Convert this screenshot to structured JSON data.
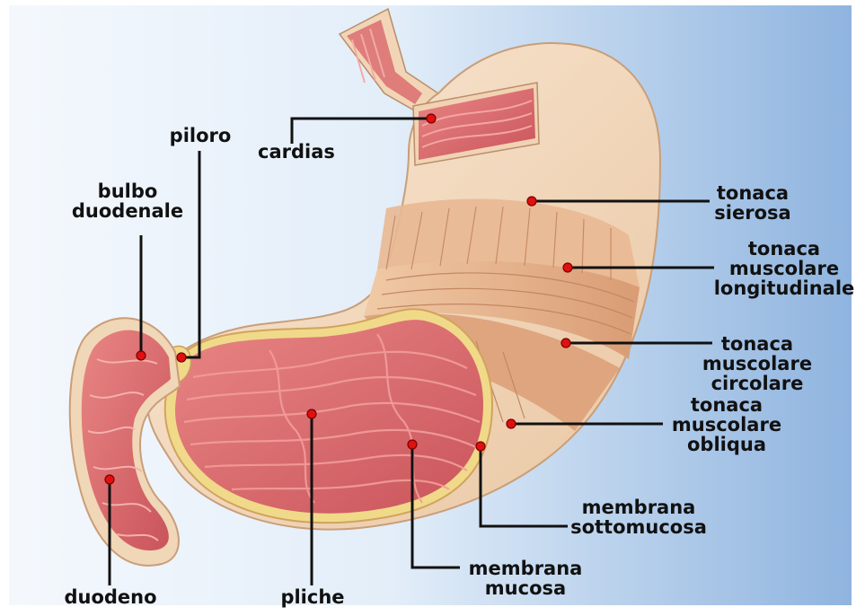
{
  "labels": {
    "piloro": [
      "piloro"
    ],
    "cardias": [
      "cardias"
    ],
    "bulbo": [
      "bulbo",
      "duodenale"
    ],
    "sierosa": [
      "tonaca",
      "sierosa"
    ],
    "longitudinale": [
      "tonaca",
      "muscolare",
      "longitudinale"
    ],
    "circolare": [
      "tonaca",
      "muscolare",
      "circolare"
    ],
    "obliqua": [
      "tonaca",
      "muscolare",
      "obliqua"
    ],
    "sottomucosa": [
      "membrana",
      "sottomucosa"
    ],
    "mucosa": [
      "membrana",
      "mucosa"
    ],
    "duodeno": [
      "duodeno"
    ],
    "pliche": [
      "pliche"
    ]
  },
  "colors": {
    "background_light": "#eaf2fb",
    "background_dark": "#8fb4df",
    "serosa": "#f2dcc3",
    "muscle": "#e2ae86",
    "mucosa": "#d86a6e",
    "fold": "#ef9d9b",
    "submucosa_rim": "#f1d98a",
    "leader_line": "#111111",
    "marker": "#e01010"
  }
}
